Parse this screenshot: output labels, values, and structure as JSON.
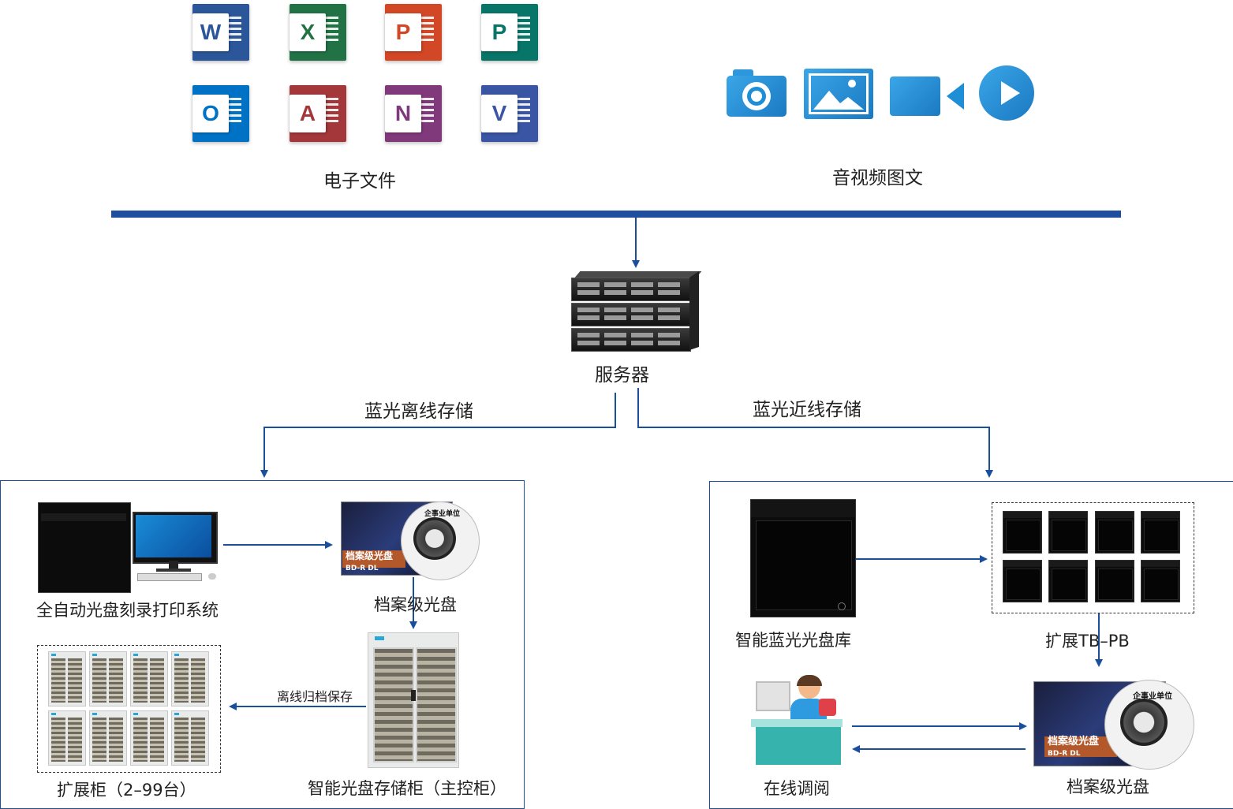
{
  "top": {
    "electronic_files_label": "电子文件",
    "media_label": "音视频图文",
    "office_icons": [
      {
        "name": "word-icon",
        "letter": "W",
        "color": "#2b579a"
      },
      {
        "name": "excel-icon",
        "letter": "X",
        "color": "#217346"
      },
      {
        "name": "powerpoint-icon",
        "letter": "P",
        "color": "#d24726"
      },
      {
        "name": "publisher-icon",
        "letter": "P",
        "color": "#077568"
      },
      {
        "name": "outlook-icon",
        "letter": "O",
        "color": "#0072c6"
      },
      {
        "name": "access-icon",
        "letter": "A",
        "color": "#a4373a"
      },
      {
        "name": "onenote-icon",
        "letter": "N",
        "color": "#80397b"
      },
      {
        "name": "visio-icon",
        "letter": "V",
        "color": "#3955a3"
      }
    ],
    "media_icons": [
      "camera-icon",
      "image-icon",
      "video-camera-icon",
      "play-icon"
    ]
  },
  "server": {
    "label": "服务器"
  },
  "branches": {
    "offline_label": "蓝光离线存储",
    "nearline_label": "蓝光近线存储"
  },
  "left_panel": {
    "burner_label": "全自动光盘刻录打印系统",
    "disc_label": "档案级光盘",
    "cabinet_label": "智能光盘存储柜（主控柜）",
    "expansion_label": "扩展柜（2–99台）",
    "archive_arrow_label": "离线归档保存",
    "disc_case_title": "档案级光盘",
    "disc_case_sub": "BD-R DL",
    "disc_sticker": "企事业单位"
  },
  "right_panel": {
    "library_label": "智能蓝光光盘库",
    "expansion_label": "扩展TB–PB",
    "online_label": "在线调阅",
    "disc_label": "档案级光盘",
    "disc_case_title": "档案级光盘",
    "disc_case_sub": "BD-R DL",
    "disc_sticker": "企事业单位"
  },
  "colors": {
    "line_blue": "#1a4f9c",
    "bus_blue": "#1f4e9e",
    "media_blue": "#1e8fd6"
  }
}
